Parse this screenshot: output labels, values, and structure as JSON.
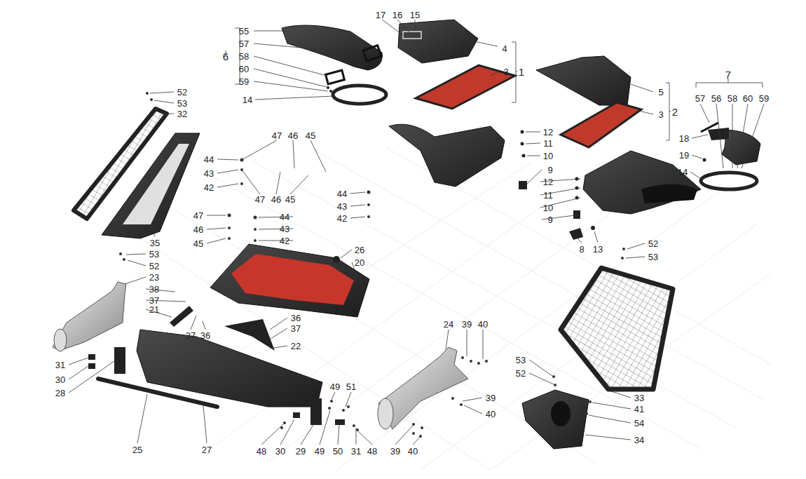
{
  "diagram": {
    "labels": [
      "55",
      "57",
      "58",
      "60",
      "59",
      "6",
      "14",
      "17",
      "16",
      "15",
      "4",
      "3",
      "1",
      "5",
      "3",
      "2",
      "7",
      "57",
      "56",
      "58",
      "60",
      "59",
      "18",
      "19",
      "14",
      "12",
      "11",
      "10",
      "9",
      "12",
      "11",
      "10",
      "9",
      "8",
      "13",
      "52",
      "53",
      "52",
      "53",
      "32",
      "35",
      "53",
      "52",
      "23",
      "38",
      "37",
      "21",
      "47",
      "46",
      "45",
      "47",
      "46",
      "45",
      "44",
      "43",
      "42",
      "47",
      "46",
      "45",
      "44",
      "43",
      "42",
      "44",
      "43",
      "42",
      "26",
      "20",
      "37",
      "36",
      "36",
      "37",
      "22",
      "31",
      "30",
      "28",
      "25",
      "27",
      "49",
      "51",
      "48",
      "30",
      "29",
      "49",
      "50",
      "31",
      "48",
      "24",
      "39",
      "40",
      "39",
      "40",
      "39",
      "40",
      "53",
      "52",
      "33",
      "41",
      "54",
      "34"
    ]
  }
}
